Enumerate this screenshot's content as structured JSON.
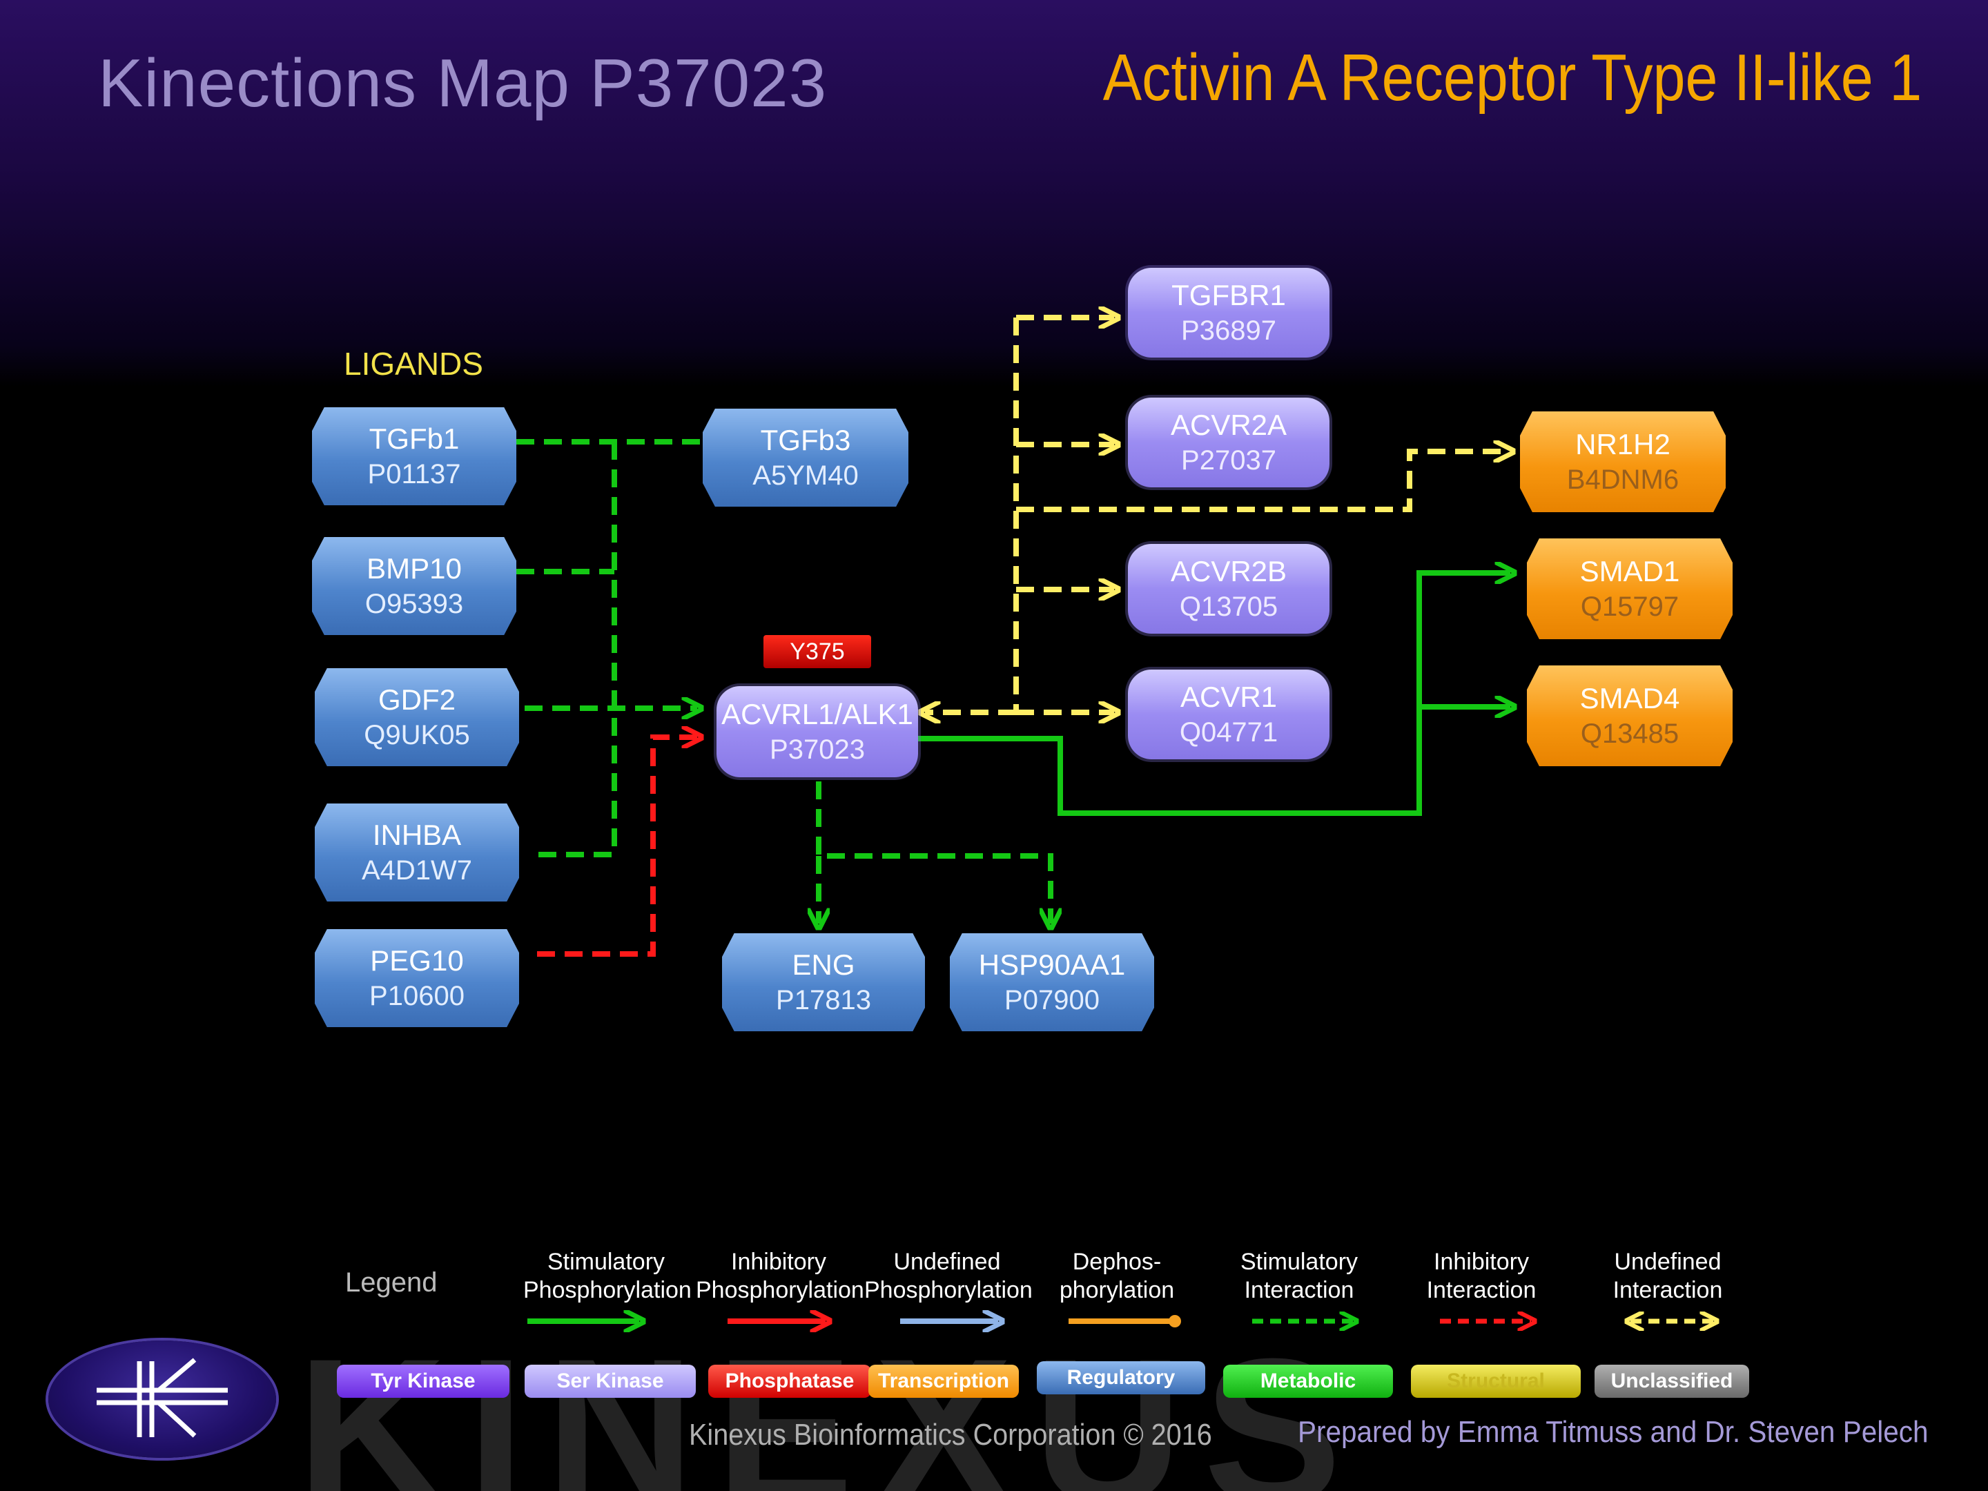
{
  "header": {
    "map_title": "Kinections Map P37023",
    "protein_name": "Activin A Receptor Type II-like 1"
  },
  "diagram": {
    "group_label": "LIGANDS",
    "phosphosite": "Y375"
  },
  "nodes": [
    {
      "name": "TGFb1",
      "accession": "P01137",
      "category": "Regulatory"
    },
    {
      "name": "BMP10",
      "accession": "O95393",
      "category": "Regulatory"
    },
    {
      "name": "GDF2",
      "accession": "Q9UK05",
      "category": "Regulatory"
    },
    {
      "name": "INHBA",
      "accession": "A4D1W7",
      "category": "Regulatory"
    },
    {
      "name": "PEG10",
      "accession": "P10600",
      "category": "Regulatory"
    },
    {
      "name": "TGFb3",
      "accession": "A5YM40",
      "category": "Regulatory"
    },
    {
      "name": "ACVRL1/ALK1",
      "accession": "P37023",
      "category": "Ser Kinase"
    },
    {
      "name": "ENG",
      "accession": "P17813",
      "category": "Regulatory"
    },
    {
      "name": "HSP90AA1",
      "accession": "P07900",
      "category": "Regulatory"
    },
    {
      "name": "TGFBR1",
      "accession": "P36897",
      "category": "Ser Kinase"
    },
    {
      "name": "ACVR2A",
      "accession": "P27037",
      "category": "Ser Kinase"
    },
    {
      "name": "ACVR2B",
      "accession": "Q13705",
      "category": "Ser Kinase"
    },
    {
      "name": "ACVR1",
      "accession": "Q04771",
      "category": "Ser Kinase"
    },
    {
      "name": "NR1H2",
      "accession": "B4DNM6",
      "category": "Transcription"
    },
    {
      "name": "SMAD1",
      "accession": "Q15797",
      "category": "Transcription"
    },
    {
      "name": "SMAD4",
      "accession": "Q13485",
      "category": "Transcription"
    }
  ],
  "edges": [
    {
      "from": "TGFb1",
      "to": "ACVRL1/ALK1",
      "type": "stimulatory interaction"
    },
    {
      "from": "TGFb3",
      "to": "ACVRL1/ALK1",
      "type": "stimulatory interaction"
    },
    {
      "from": "BMP10",
      "to": "ACVRL1/ALK1",
      "type": "stimulatory interaction"
    },
    {
      "from": "GDF2",
      "to": "ACVRL1/ALK1",
      "type": "stimulatory interaction"
    },
    {
      "from": "INHBA",
      "to": "ACVRL1/ALK1",
      "type": "stimulatory interaction"
    },
    {
      "from": "PEG10",
      "to": "ACVRL1/ALK1",
      "type": "inhibitory interaction"
    },
    {
      "from": "ACVRL1/ALK1",
      "to": "ENG",
      "type": "stimulatory interaction"
    },
    {
      "from": "ACVRL1/ALK1",
      "to": "HSP90AA1",
      "type": "stimulatory interaction"
    },
    {
      "from": "ACVRL1/ALK1",
      "to": "TGFBR1",
      "type": "undefined interaction"
    },
    {
      "from": "ACVRL1/ALK1",
      "to": "ACVR2A",
      "type": "undefined interaction"
    },
    {
      "from": "ACVRL1/ALK1",
      "to": "ACVR2B",
      "type": "undefined interaction"
    },
    {
      "from": "ACVRL1/ALK1",
      "to": "ACVR1",
      "type": "undefined interaction"
    },
    {
      "from": "ACVRL1/ALK1",
      "to": "NR1H2",
      "type": "undefined interaction"
    },
    {
      "from": "ACVRL1/ALK1",
      "to": "SMAD1",
      "type": "stimulatory phosphorylation"
    },
    {
      "from": "ACVRL1/ALK1",
      "to": "SMAD4",
      "type": "stimulatory phosphorylation"
    }
  ],
  "legend": {
    "title": "Legend",
    "edges": [
      "Stimulatory Phosphorylation",
      "Inhibitory Phosphorylation",
      "Undefined Phosphorylation",
      "Dephos- phorylation",
      "Stimulatory Interaction",
      "Inhibitory Interaction",
      "Undefined Interaction"
    ],
    "categories": [
      "Tyr Kinase",
      "Ser Kinase",
      "Phosphatase",
      "Transcription",
      "Regulatory",
      "Metabolic",
      "Structural",
      "Unclassified"
    ]
  },
  "colors": {
    "stimulatory": "#14c814",
    "inhibitory": "#ff1a1a",
    "undefined_interaction": "#ffee66",
    "undefined_phosphorylation": "#8fb4e8",
    "dephosphorylation": "#f5a020",
    "regulatory": "#4e84cc",
    "ser_kinase": "#9b8cf2",
    "transcription": "#f7960f",
    "title_accent": "#f5a700"
  },
  "footer": {
    "copyright": "Kinexus Bioinformatics Corporation © 2016",
    "prepared_by": "Prepared by Emma Titmuss and Dr. Steven Pelech"
  }
}
